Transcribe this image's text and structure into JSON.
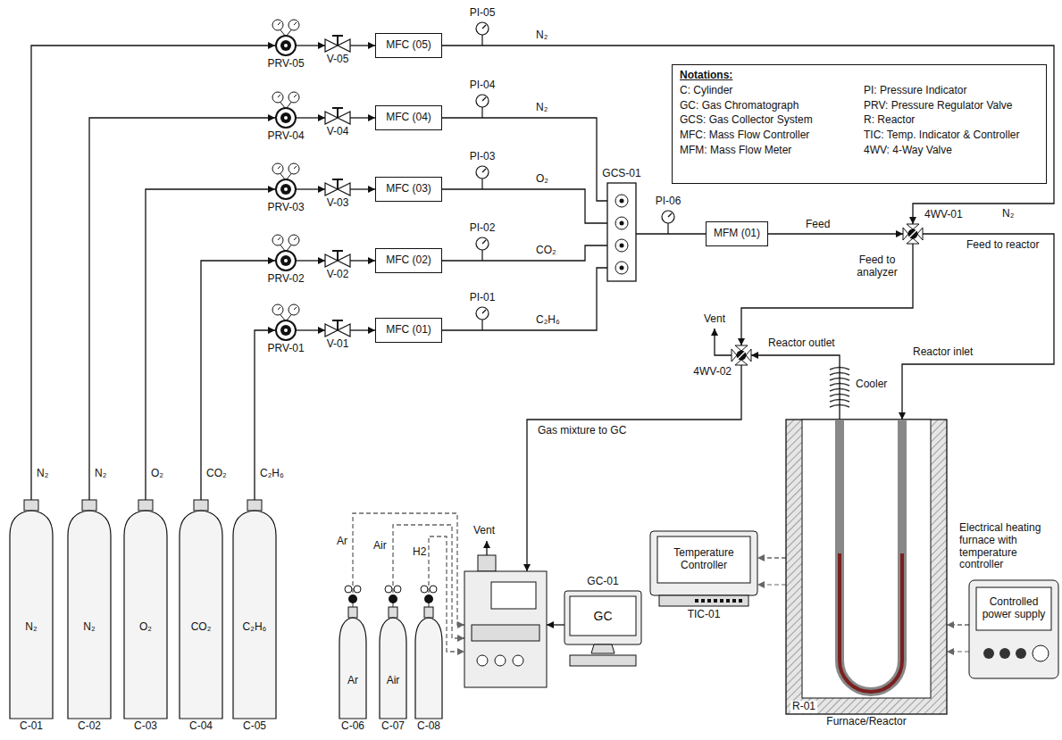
{
  "diagram": {
    "nodes": [
      {
        "text": [
          "Notations:",
          "C: Cylinder",
          "GC: Gas Chromatograph",
          "GCS: Gas Collector System",
          "MFC: Mass Flow Controller",
          "MFM: Mass Flow Meter",
          "PI: Pressure Indicator",
          "PRV: Pressure Regulator Valve",
          "R: Reactor",
          "TIC: Temp. Indicator & Controller",
          "4WV: 4-Way Valve"
        ]
      },
      {
        "text": [
          "PRV-05"
        ]
      },
      {
        "text": [
          "V-05"
        ]
      },
      {
        "text": [
          "MFC (05)"
        ]
      },
      {
        "text": [
          "PRV-04"
        ]
      },
      {
        "text": [
          "V-04"
        ]
      },
      {
        "text": [
          "MFC (04)"
        ]
      },
      {
        "text": [
          "PRV-03"
        ]
      },
      {
        "text": [
          "V-03"
        ]
      },
      {
        "text": [
          "MFC (03)"
        ]
      },
      {
        "text": [
          "GCS-01"
        ]
      },
      {
        "text": [
          "MFM (01)"
        ]
      },
      {
        "text": [
          "4WV-01"
        ]
      },
      {
        "text": [
          "PRV-02"
        ]
      },
      {
        "text": [
          "V-02"
        ]
      },
      {
        "text": [
          "MFC (02)"
        ]
      },
      {
        "text": [
          "PRV-01"
        ]
      },
      {
        "text": [
          "V-01"
        ]
      },
      {
        "text": [
          "MFC (01)"
        ]
      },
      {
        "text": [
          "4WV-02"
        ]
      },
      {
        "text": [
          "R-01",
          "Furnace/Reactor"
        ]
      },
      {
        "text": [
          "Temperature Controller",
          "TIC-01"
        ]
      },
      {
        "text": [
          "Controlled power supply"
        ]
      },
      {
        "text": [
          "Vent"
        ]
      },
      {
        "text": [
          "GC",
          "GC-01"
        ]
      },
      {
        "text": [
          "N₂",
          "C-01"
        ]
      },
      {
        "text": [
          "N₂",
          "C-02"
        ]
      },
      {
        "text": [
          "O₂",
          "C-03"
        ]
      },
      {
        "text": [
          "CO₂",
          "C-04"
        ]
      },
      {
        "text": [
          "C₂H₆",
          "C-05"
        ]
      },
      {
        "text": [
          "Ar",
          "C-06"
        ]
      },
      {
        "text": [
          "Air",
          "C-07"
        ]
      },
      {
        "text": [
          "C-08"
        ]
      }
    ],
    "edges": [
      {
        "from": 25,
        "to": 1,
        "arrow": "to",
        "label": "N₂"
      },
      {
        "from": 1,
        "to": 2,
        "arrow": "to"
      },
      {
        "from": 2,
        "to": 3,
        "arrow": "to"
      },
      {
        "from": 3,
        "to": 12,
        "arrow": "to",
        "label": "N₂"
      },
      {
        "from": 26,
        "to": 4,
        "arrow": "to",
        "label": "N₂"
      },
      {
        "from": 4,
        "to": 5,
        "arrow": "to"
      },
      {
        "from": 5,
        "to": 6,
        "arrow": "to"
      },
      {
        "from": 6,
        "to": 10,
        "arrow": "none",
        "label": "N₂"
      },
      {
        "from": 27,
        "to": 7,
        "arrow": "to",
        "label": "O₂"
      },
      {
        "from": 7,
        "to": 8,
        "arrow": "to"
      },
      {
        "from": 8,
        "to": 9,
        "arrow": "to"
      },
      {
        "from": 9,
        "to": 10,
        "arrow": "none",
        "label": "O₂"
      },
      {
        "from": 10,
        "to": 11,
        "arrow": "none"
      },
      {
        "from": 11,
        "to": 12,
        "arrow": "to",
        "label": "Feed"
      },
      {
        "from": 12,
        "to": 20,
        "arrow": "to",
        "label": "Feed to reactor"
      },
      {
        "from": 12,
        "to": 19,
        "arrow": "to",
        "label": "Feed to analyzer"
      },
      {
        "from": 28,
        "to": 13,
        "arrow": "to",
        "label": "CO₂"
      },
      {
        "from": 13,
        "to": 14,
        "arrow": "to"
      },
      {
        "from": 14,
        "to": 15,
        "arrow": "to"
      },
      {
        "from": 15,
        "to": 10,
        "arrow": "none",
        "label": "CO₂"
      },
      {
        "from": 29,
        "to": 16,
        "arrow": "to",
        "label": "C₂H₆"
      },
      {
        "from": 16,
        "to": 17,
        "arrow": "to"
      },
      {
        "from": 17,
        "to": 18,
        "arrow": "to"
      },
      {
        "from": 18,
        "to": 10,
        "arrow": "none",
        "label": "C₂H₆"
      },
      {
        "from": 20,
        "to": 19,
        "arrow": "to",
        "label": "Reactor outlet"
      },
      {
        "from": 19,
        "to": 23,
        "arrow": "to",
        "label": "Gas mixture to GC"
      },
      {
        "from": 30,
        "to": 23,
        "arrow": "to",
        "label": "Ar"
      },
      {
        "from": 31,
        "to": 23,
        "arrow": "to",
        "label": "Air"
      },
      {
        "from": 32,
        "to": 23,
        "arrow": "to",
        "label": "H2"
      },
      {
        "from": 24,
        "to": 23,
        "arrow": "to"
      },
      {
        "from": 20,
        "to": 21,
        "arrow": "to"
      },
      {
        "from": 22,
        "to": 20,
        "arrow": "to"
      }
    ],
    "labels": [
      "PI-05",
      "PI-04",
      "PI-03",
      "N₂",
      "PI-06",
      "PI-02",
      "PI-01",
      "Vent",
      "Reactor inlet",
      "Cooler",
      "Electrical heating furnace with temperature controller"
    ]
  }
}
